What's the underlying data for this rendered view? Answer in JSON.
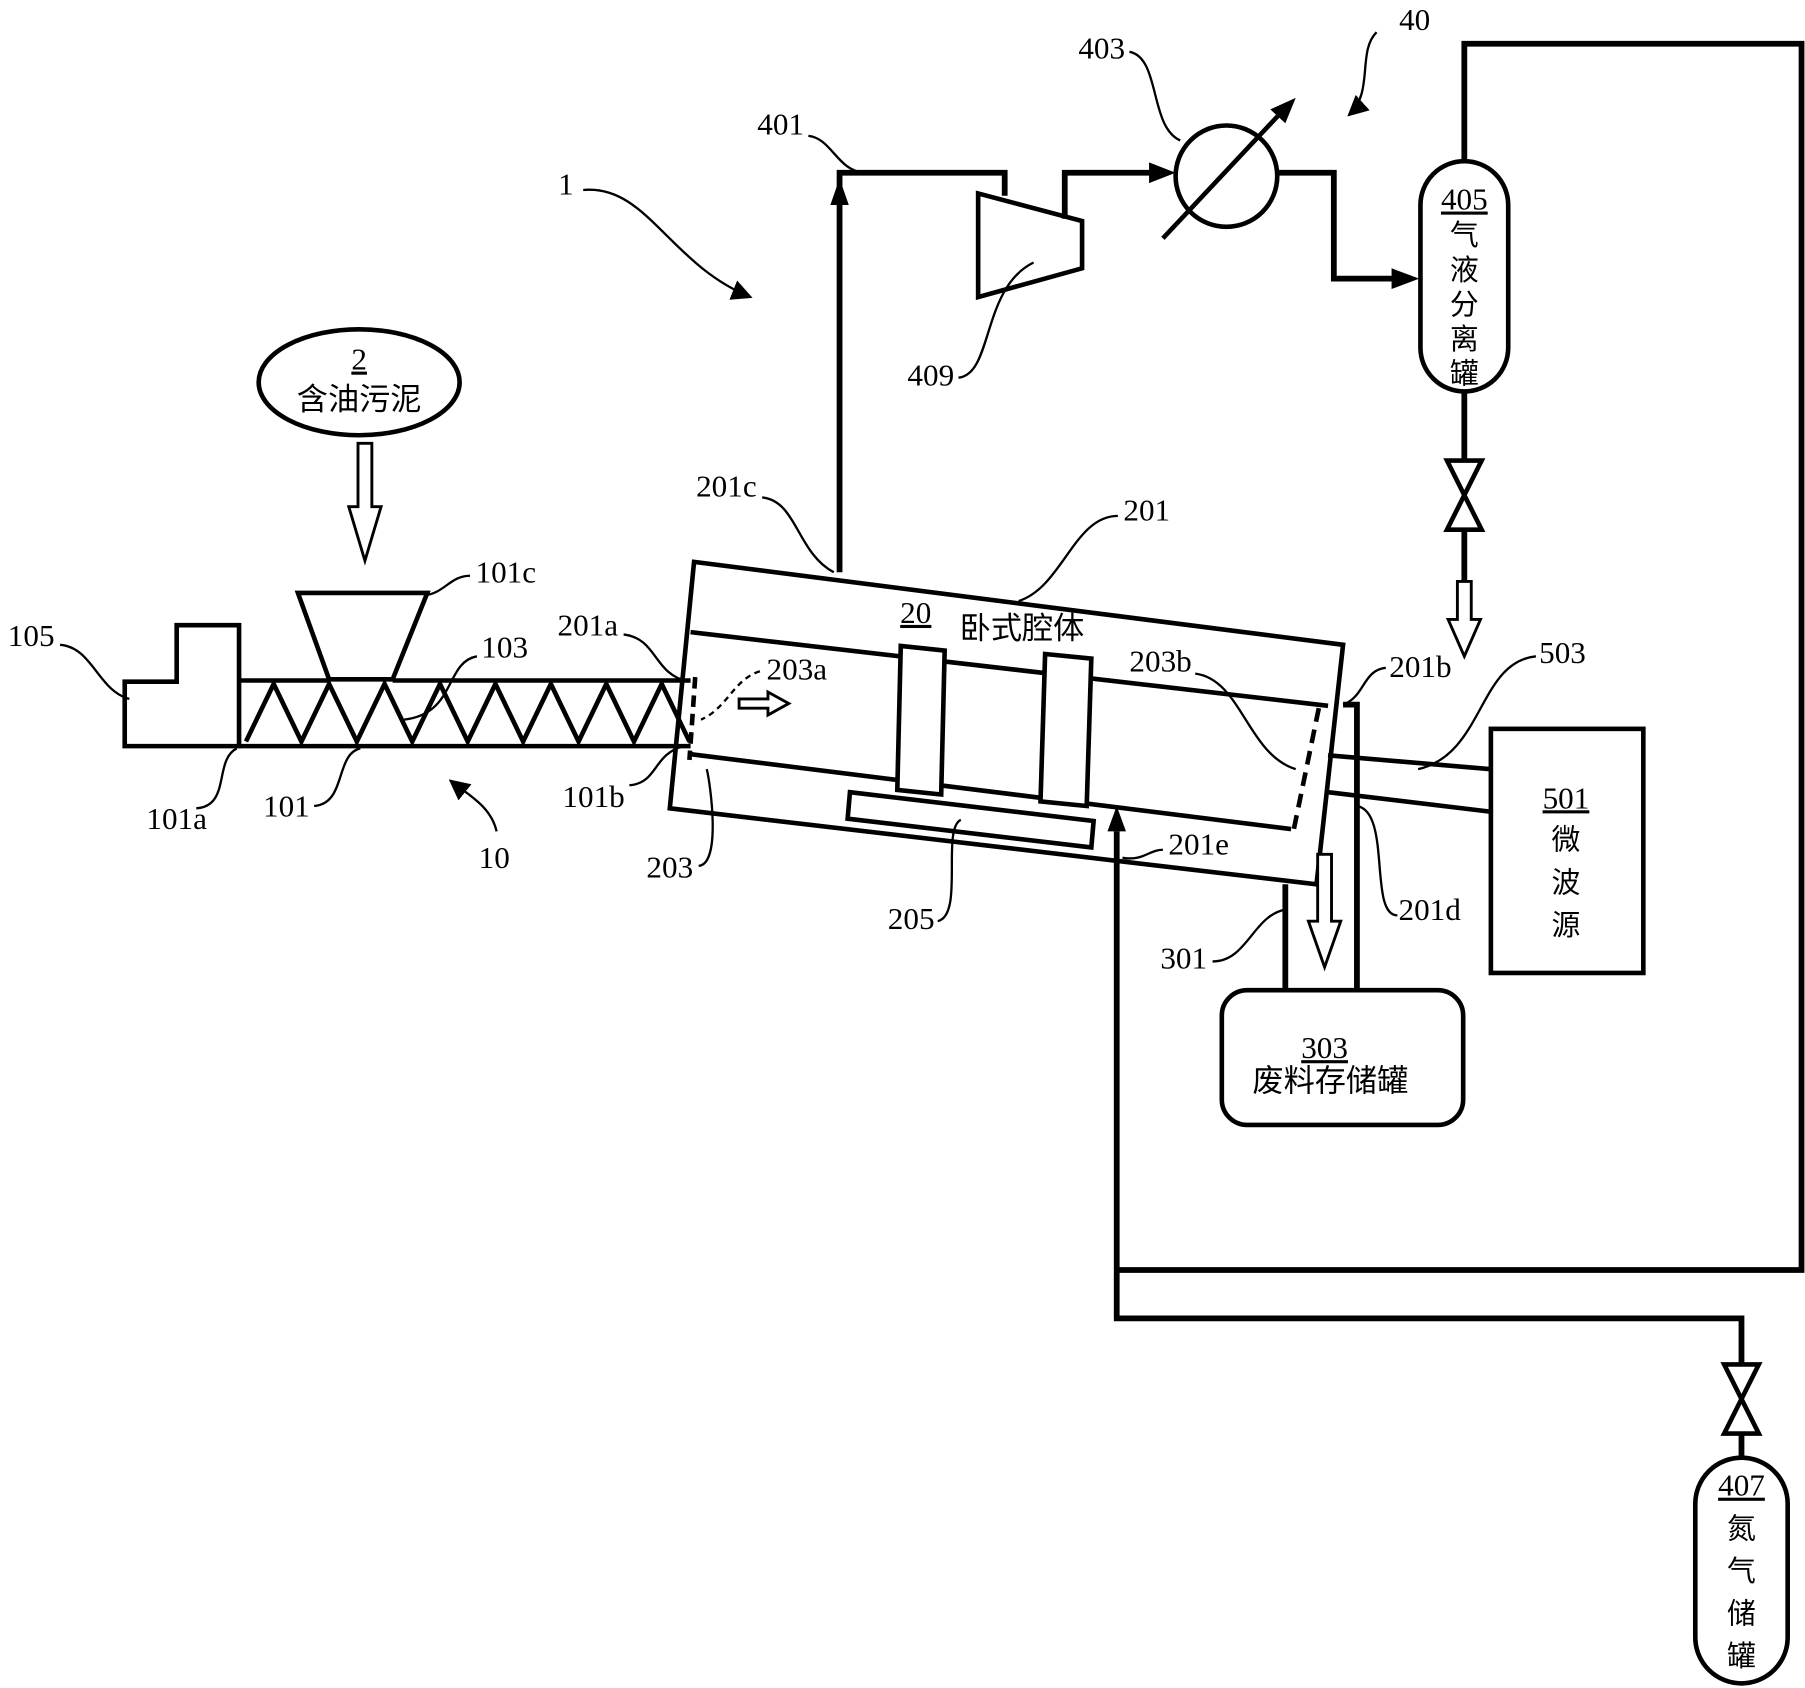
{
  "figure_ref": "1",
  "feed": {
    "ref": "2",
    "label": "含油污泥"
  },
  "feeder": {
    "ref": "10",
    "tube": "101",
    "end_a": "101a",
    "end_b": "101b",
    "hopper": "101c",
    "screw": "103",
    "motor": "105"
  },
  "cavity": {
    "ref": "20",
    "label": "卧式腔体",
    "shell": "201",
    "shell_a": "201a",
    "shell_b": "201b",
    "shell_c": "201c",
    "shell_d": "201d",
    "shell_e": "201e",
    "tube": "203",
    "tube_a": "203a",
    "tube_b": "203b",
    "support": "205"
  },
  "discharge": {
    "pipe": "301",
    "tank_ref": "303",
    "tank_label": "废料存储罐"
  },
  "gas": {
    "ref": "40",
    "pipe": "401",
    "exchanger": "403",
    "separator_ref": "405",
    "separator_label": "气液分离罐",
    "nitrogen_ref": "407",
    "nitrogen_label": "氮气储罐",
    "compressor": "409"
  },
  "microwave": {
    "source_ref": "501",
    "source_label": "微波源",
    "waveguide": "503"
  }
}
